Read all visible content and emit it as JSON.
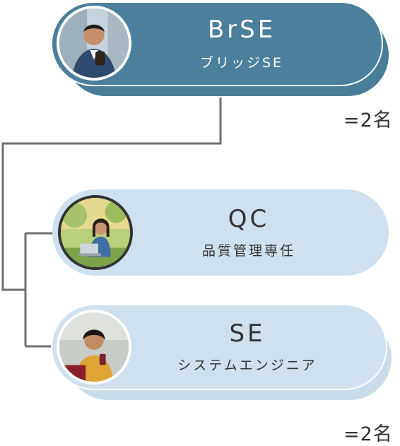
{
  "roles": [
    {
      "title": "BrSE",
      "subtitle": "ブリッジSE",
      "photo": "man-in-blazer-photo"
    },
    {
      "title": "QC",
      "subtitle": "品質管理専任",
      "photo": "woman-with-laptop-in-park-photo"
    },
    {
      "title": "SE",
      "subtitle": "システムエンジニア",
      "photo": "woman-holding-phone-photo"
    }
  ],
  "counts": {
    "brse": "=2名",
    "se": "=2名"
  },
  "colors": {
    "brse_fill": "#4b7f9b",
    "brse_border": "#ffffff",
    "light_fill": "#cfe0ee",
    "dark_text": "#333333",
    "connector": "#6f6f6f"
  }
}
